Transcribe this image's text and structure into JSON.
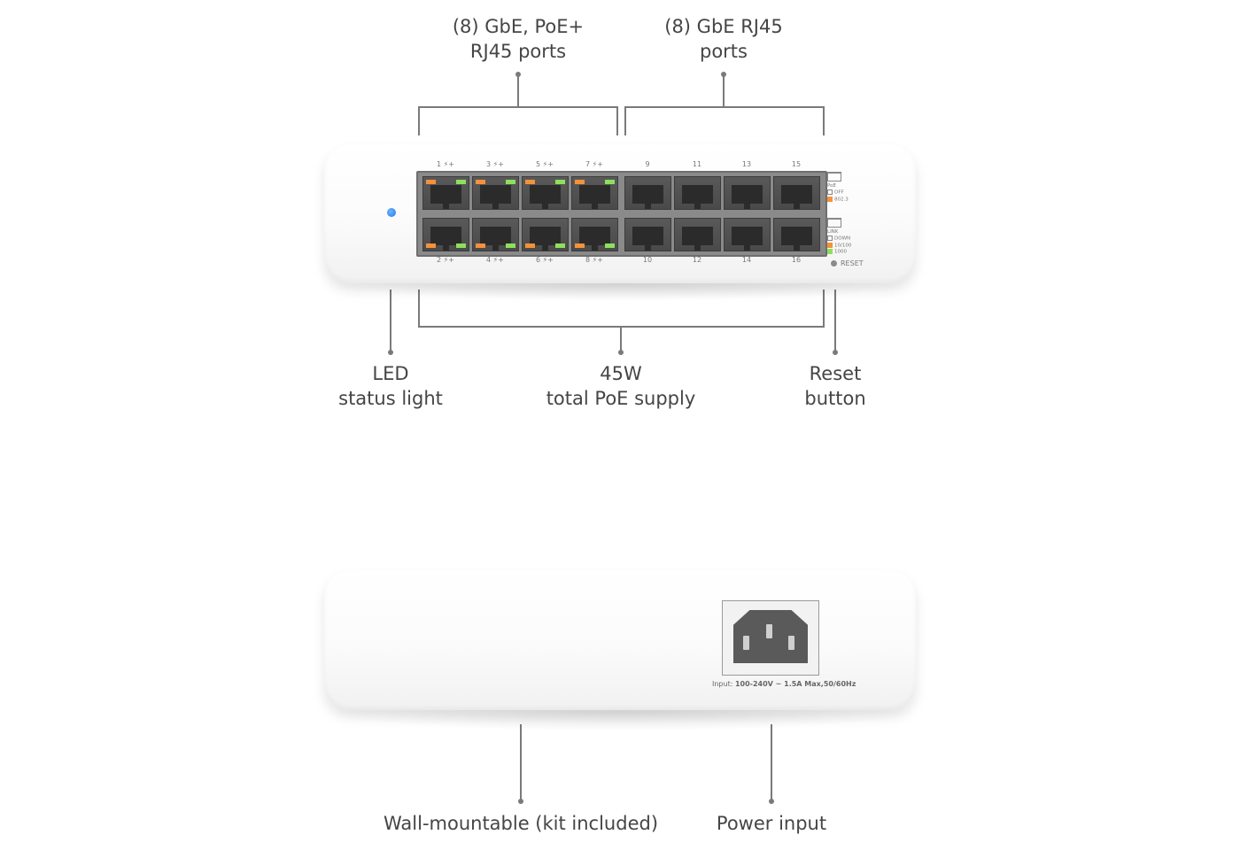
{
  "callouts": {
    "poe_ports": {
      "line1": "(8) GbE, PoE+",
      "line2": "RJ45 ports"
    },
    "gbe_ports": {
      "line1": "(8) GbE RJ45",
      "line2": "ports"
    },
    "led": {
      "line1": "LED",
      "line2": "status light"
    },
    "poe_supply": {
      "line1": "45W",
      "line2": "total PoE supply"
    },
    "reset": {
      "line1": "Reset",
      "line2": "button"
    },
    "wall_mount": {
      "label": "Wall-mountable (kit included)"
    },
    "power_input": {
      "label": "Power input"
    }
  },
  "front_panel": {
    "top_port_labels": [
      "1",
      "3",
      "5",
      "7",
      "9",
      "11",
      "13",
      "15"
    ],
    "bottom_port_labels": [
      "2",
      "4",
      "6",
      "8",
      "10",
      "12",
      "14",
      "16"
    ],
    "poe_mark": "⚡+",
    "legend_poe": {
      "title": "PoE",
      "off": "OFF",
      "mode": "802.3"
    },
    "legend_link": {
      "title": "LINK",
      "down": "DOWN",
      "slow": "10/100",
      "fast": "1000"
    },
    "reset_label": "RESET",
    "status_led_color": "#1e7ae6"
  },
  "back_panel": {
    "input_prefix": "Input: ",
    "input_spec": "100-240V ~ 1.5A Max,50/60Hz"
  },
  "colors": {
    "led_orange": "#f5913b",
    "led_green": "#8de05b",
    "leader_line": "#7a7a7a"
  }
}
